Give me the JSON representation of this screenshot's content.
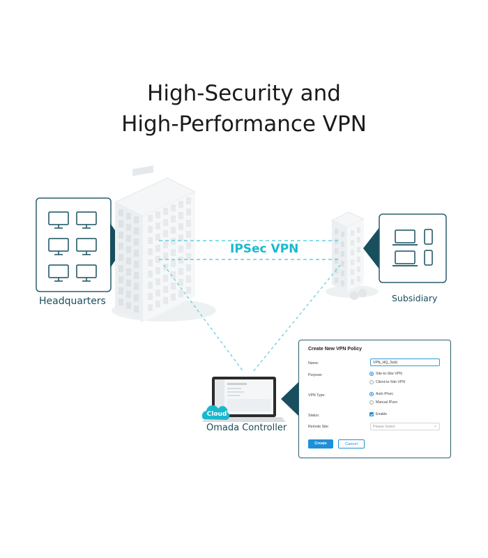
{
  "title": {
    "line1": "High-Security and",
    "line2": "High-Performance VPN"
  },
  "labels": {
    "headquarters": "Headquarters",
    "subsidiary": "Subsidiary",
    "ipsec_vpn": "IPSec VPN",
    "omada_controller": "Omada Controller",
    "cloud": "Cloud"
  },
  "dialog": {
    "title": "Create New VPN Policy",
    "name_label": "Name:",
    "name_value": "VPN_HQ_Sub|",
    "purpose_label": "Purpose:",
    "purpose_options": [
      "Site-to-Site VPN",
      "Client-to-Site VPN"
    ],
    "purpose_selected": "Site-to-Site VPN",
    "vpn_type_label": "VPN Type:",
    "vpn_type_options": [
      "Auto IPsec",
      "Manual IPsec"
    ],
    "vpn_type_selected": "Auto IPsec",
    "status_label": "Status:",
    "status_value": "Enable",
    "remote_site_label": "Remote Site:",
    "remote_site_placeholder": "Please Select",
    "create_button": "Create",
    "cancel_button": "Cancel"
  },
  "colors": {
    "teal_dark": "#174f5e",
    "accent_cyan": "#1ab8cc",
    "primary_blue": "#1e8fd9"
  },
  "icons": {
    "hq_devices": "desktop-monitor-icon",
    "subsidiary_devices": [
      "laptop-icon",
      "smartphone-icon"
    ],
    "cloud": "cloud-icon"
  }
}
